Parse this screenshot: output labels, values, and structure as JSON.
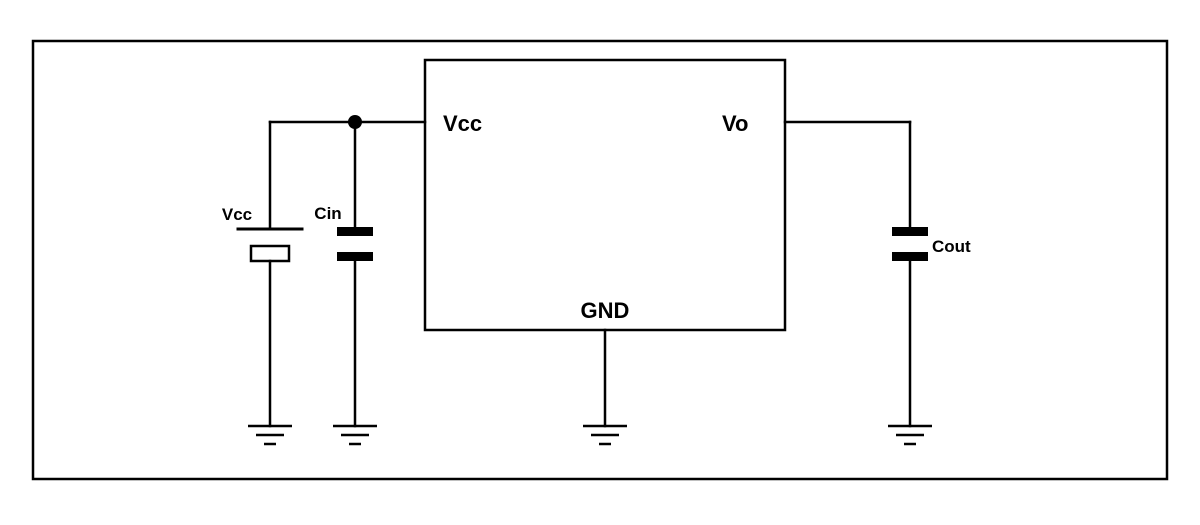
{
  "schematic": {
    "kind": "circuit-schematic",
    "ic": {
      "vcc_pin": "Vcc",
      "vo_pin": "Vo",
      "gnd_pin": "GND"
    },
    "source": {
      "label": "Vcc"
    },
    "input_capacitor": {
      "label": "Cin"
    },
    "output_capacitor": {
      "label": "Cout"
    },
    "colors": {
      "line": "#000000",
      "background": "#ffffff"
    }
  }
}
